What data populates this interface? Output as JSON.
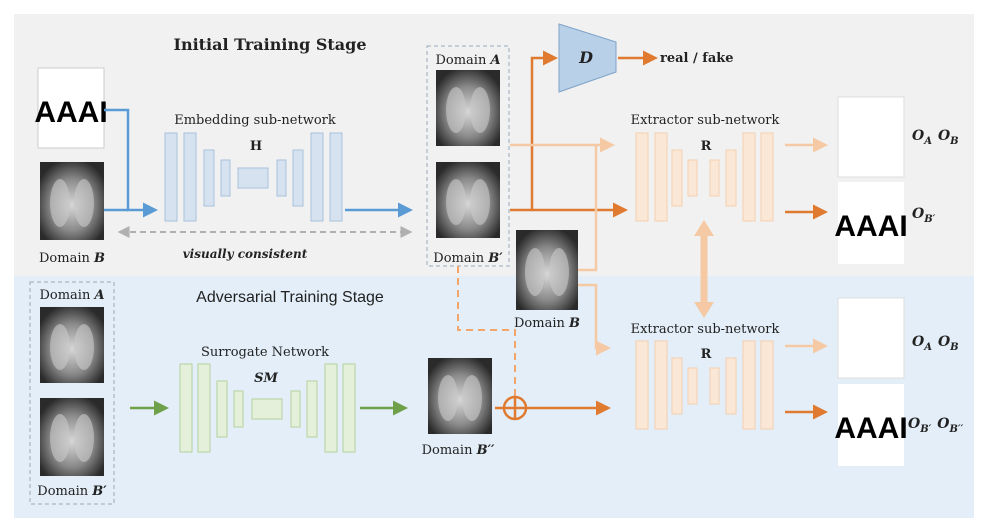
{
  "stages": {
    "initial": "Initial Training Stage",
    "adversarial": "Adversarial Training Stage"
  },
  "watermark_text": "AAAI",
  "domains": {
    "a": "A",
    "b": "B",
    "b_prime": "B′",
    "b_dprime": "B′′",
    "word": "Domain"
  },
  "networks": {
    "embedding": "Embedding sub-network",
    "embedding_symbol": "H",
    "extractor": "Extractor sub-network",
    "extractor_symbol": "R",
    "surrogate": "Surrogate Network",
    "surrogate_symbol": "SM",
    "discriminator": "D"
  },
  "labels": {
    "real_fake": "real / fake",
    "visually_consistent": "visually consistent",
    "oplus": "⊕"
  },
  "outputs": {
    "o_letter": "O",
    "sub_a": "A",
    "sub_b": "B",
    "sub_bp": "B′",
    "sub_bpp": "B′′"
  },
  "colors": {
    "initial_bg": "#f1f1f1",
    "adversarial_bg": "#e3eef8",
    "blue": "#5b9bd5",
    "orange": "#e07a30",
    "light_orange": "#f5c9a3",
    "green": "#6fa14a",
    "gray": "#b0b0b0"
  }
}
